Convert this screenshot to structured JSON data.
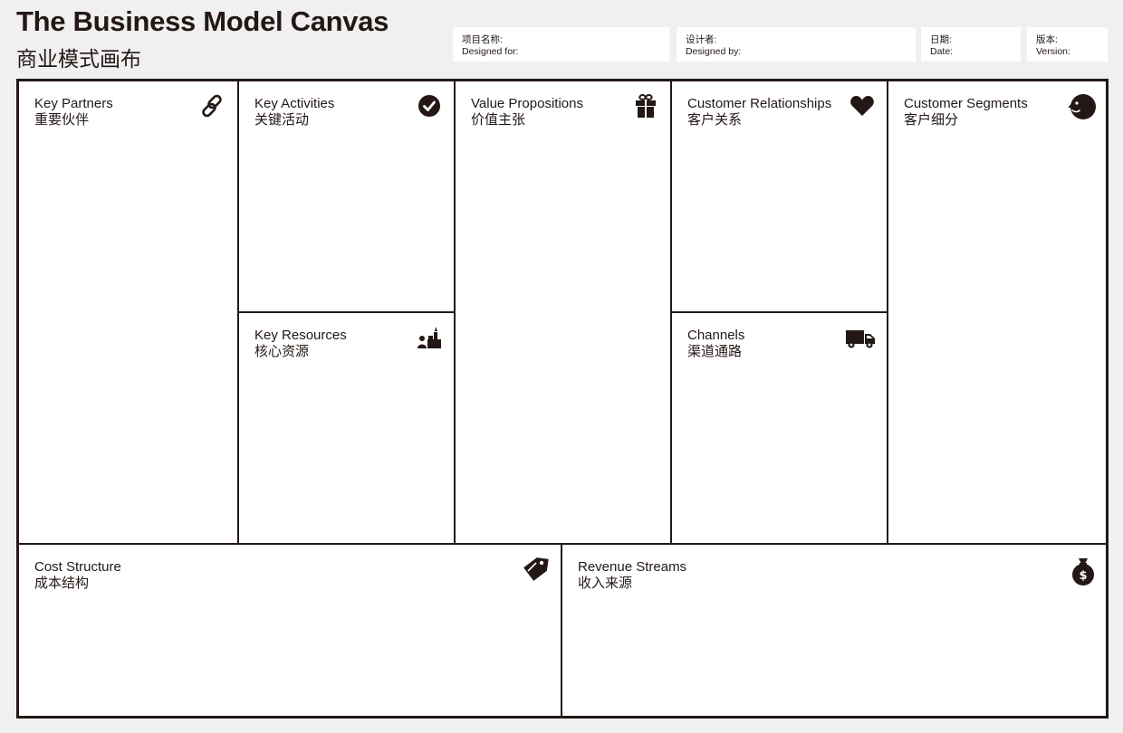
{
  "header": {
    "title_en": "The Business Model Canvas",
    "title_cn": "商业模式画布"
  },
  "meta": {
    "designed_for_cn": "项目名称:",
    "designed_for": "Designed for:",
    "designed_by_cn": "设计者:",
    "designed_by": "Designed by:",
    "date_cn": "日期:",
    "date": "Date:",
    "version_cn": "版本:",
    "version": "Version:"
  },
  "blocks": {
    "key_partners": {
      "en": "Key Partners",
      "cn": "重要伙伴",
      "icon": "link-icon"
    },
    "key_activities": {
      "en": "Key Activities",
      "cn": "关键活动",
      "icon": "check-circle-icon"
    },
    "key_resources": {
      "en": "Key Resources",
      "cn": "核心资源",
      "icon": "factory-worker-icon"
    },
    "value_propositions": {
      "en": "Value Propositions",
      "cn": "价值主张",
      "icon": "gift-icon"
    },
    "customer_relationships": {
      "en": "Customer Relationships",
      "cn": "客户关系",
      "icon": "heart-icon"
    },
    "channels": {
      "en": "Channels",
      "cn": "渠道通路",
      "icon": "truck-icon"
    },
    "customer_segments": {
      "en": "Customer Segments",
      "cn": "客户细分",
      "icon": "face-icon"
    },
    "cost_structure": {
      "en": "Cost Structure",
      "cn": "成本结构",
      "icon": "price-tag-icon"
    },
    "revenue_streams": {
      "en": "Revenue Streams",
      "cn": "收入来源",
      "icon": "money-bag-icon"
    }
  },
  "colors": {
    "ink": "#231815",
    "page_bg": "#f0f0f0",
    "canvas_bg": "#ffffff"
  }
}
